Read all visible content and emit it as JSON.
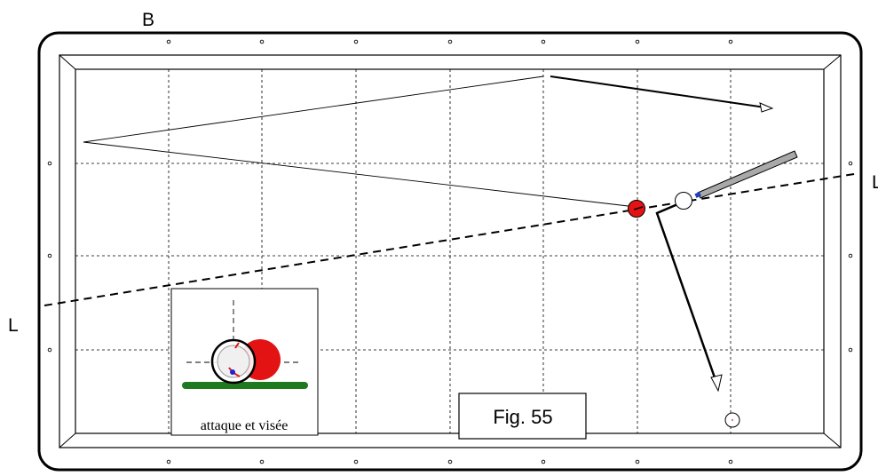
{
  "labels": {
    "top_marker": "B",
    "line_left": "L",
    "line_right": "L",
    "figure": "Fig. 55",
    "inset_caption": "attaque et visée"
  },
  "colors": {
    "object_ball": "#e31313",
    "cue_ball": "#ffffff",
    "inset_cloth": "#1f7a1f",
    "cue_tip": "#1f3fbf",
    "cue_stick": "#a9a9a9",
    "contact_dot": "#1f1fd6"
  },
  "icons": {
    "object_ball": "red-ball-icon",
    "cue_ball": "white-ball-icon",
    "cue": "cue-stick-icon",
    "third_ball": "target-ball-icon"
  }
}
